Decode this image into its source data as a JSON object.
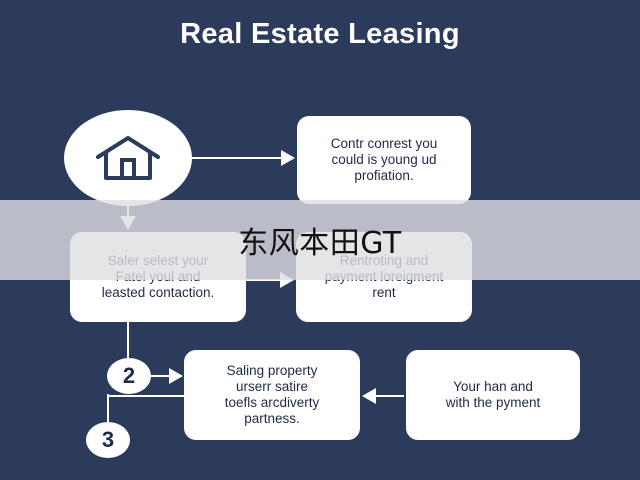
{
  "title": "Real Estate Leasing",
  "boxes": {
    "box1": "Contr conrest you\ncould is young ud\nprofiation.",
    "box2": "Saler selest your\nFatel youl and\nleasted contaction.",
    "box3": "Rentroting and\npayment loreigment\nrent",
    "box4": "Saling property\nurserr satire\ntoefls arcdiverty\npartness.",
    "box5": "Your han and\nwith the pyment"
  },
  "steps": {
    "two": "2",
    "three": "3"
  },
  "banner": {
    "text": "东风本田GT"
  },
  "icons": {
    "home": "house-icon"
  },
  "colors": {
    "background": "#2c3a5c",
    "box": "#ffffff",
    "text": "#1f2a44"
  }
}
